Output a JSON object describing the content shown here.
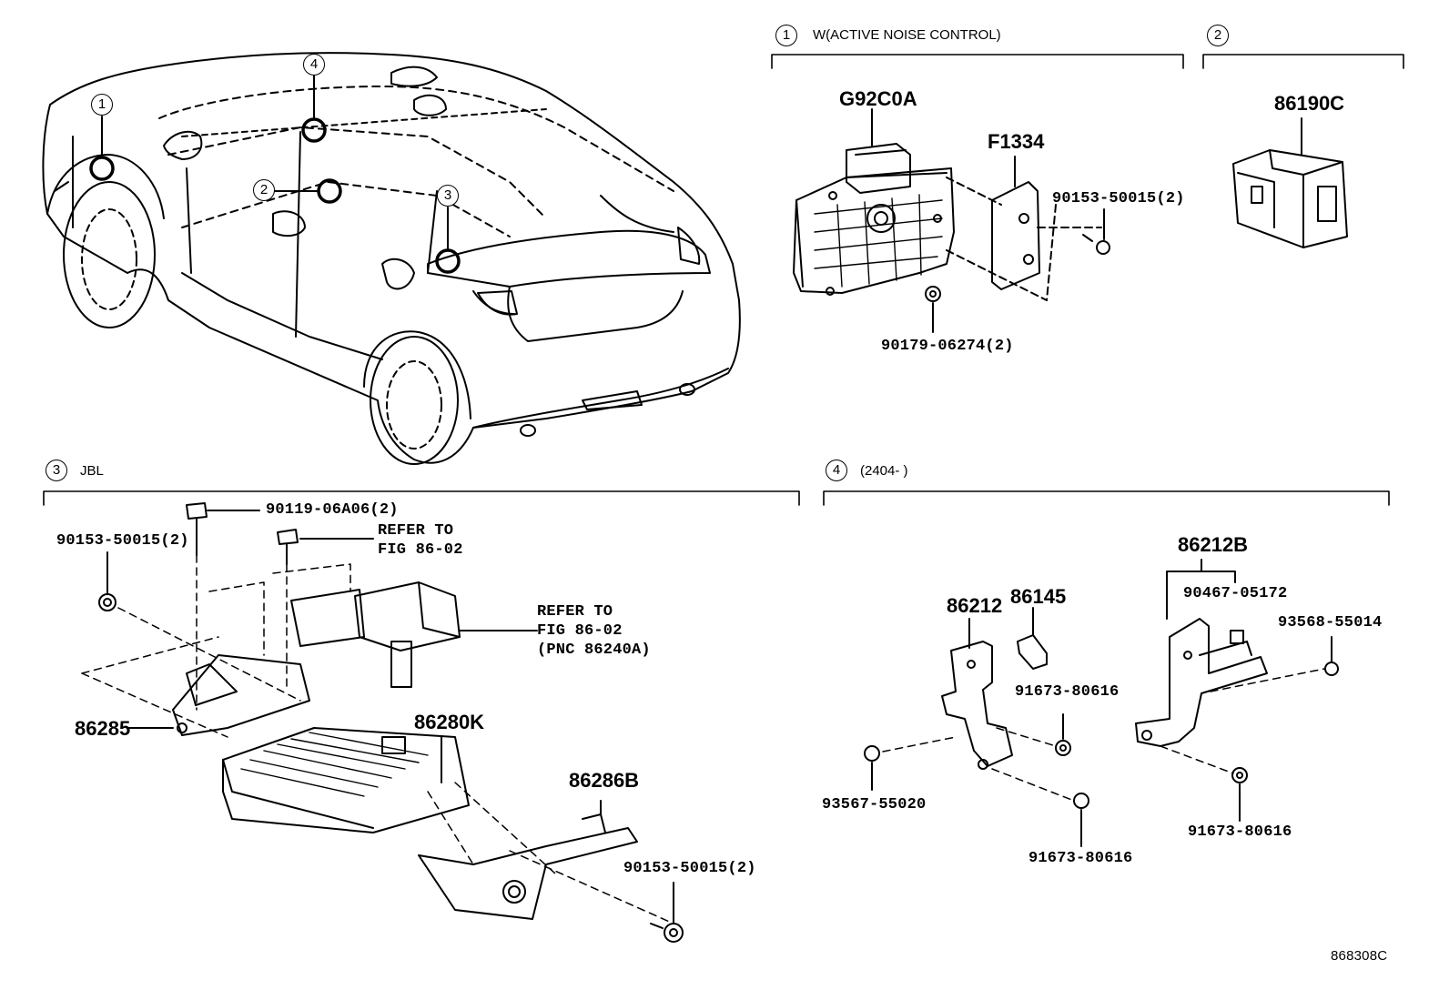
{
  "figure_id": "868308C",
  "sections": {
    "s1": {
      "num": "1",
      "title": "W(ACTIVE NOISE CONTROL)"
    },
    "s2": {
      "num": "2"
    },
    "s3": {
      "num": "3",
      "title": "JBL"
    },
    "s4": {
      "num": "4",
      "title": "(2404-      )"
    }
  },
  "callouts": [
    "1",
    "2",
    "3",
    "4"
  ],
  "parts": {
    "g92c0a": "G92C0A",
    "f1334": "F1334",
    "p90153_a": "90153-50015(2)",
    "p90179": "90179-06274(2)",
    "p86190c": "86190C",
    "p90119": "90119-06A06(2)",
    "refer1_l1": "REFER TO",
    "refer1_l2": "FIG 86-02",
    "p90153_b": "90153-50015(2)",
    "refer2_l1": "REFER TO",
    "refer2_l2": "FIG 86-02",
    "refer2_l3": "(PNC 86240A)",
    "p86285": "86285",
    "p86280k": "86280K",
    "p86286b": "86286B",
    "p90153_c": "90153-50015(2)",
    "p86212b": "86212B",
    "p86212": "86212",
    "p86145": "86145",
    "p90467": "90467-05172",
    "p93568": "93568-55014",
    "p91673_a": "91673-80616",
    "p93567": "93567-55020",
    "p91673_b": "91673-80616",
    "p91673_c": "91673-80616"
  }
}
